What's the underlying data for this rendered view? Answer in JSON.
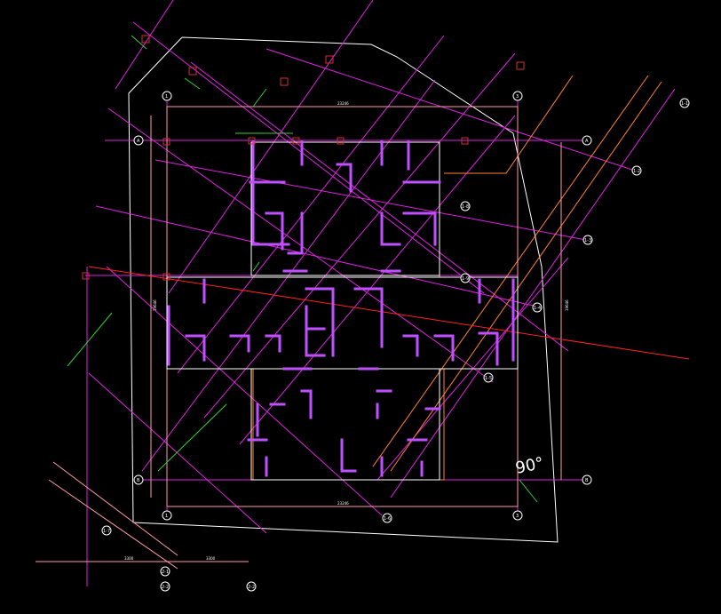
{
  "drawing": {
    "angle_label": "90°",
    "dimensions": {
      "top_overall": "23246",
      "bottom_overall": "23246",
      "left_overall": "19646",
      "right_overall": "19646",
      "bottom_left_a": "3300",
      "bottom_left_b": "3300"
    },
    "axis_labels": {
      "top_a": "1",
      "top_b": "3",
      "right_a": "A",
      "right_b": "B",
      "left_a": "A",
      "left_b": "B",
      "bottom_a": "1",
      "bottom_b": "3",
      "bottom_c": "2-1",
      "bottom_d": "2-2",
      "diag_1": "1-1",
      "diag_2": "1-2",
      "diag_3": "1-3",
      "diag_4": "1-4",
      "diag_5": "1-5",
      "diag_6": "1-6",
      "diag_7": "1-7",
      "diag_8": "1-8",
      "diag_9": "1-9"
    }
  }
}
